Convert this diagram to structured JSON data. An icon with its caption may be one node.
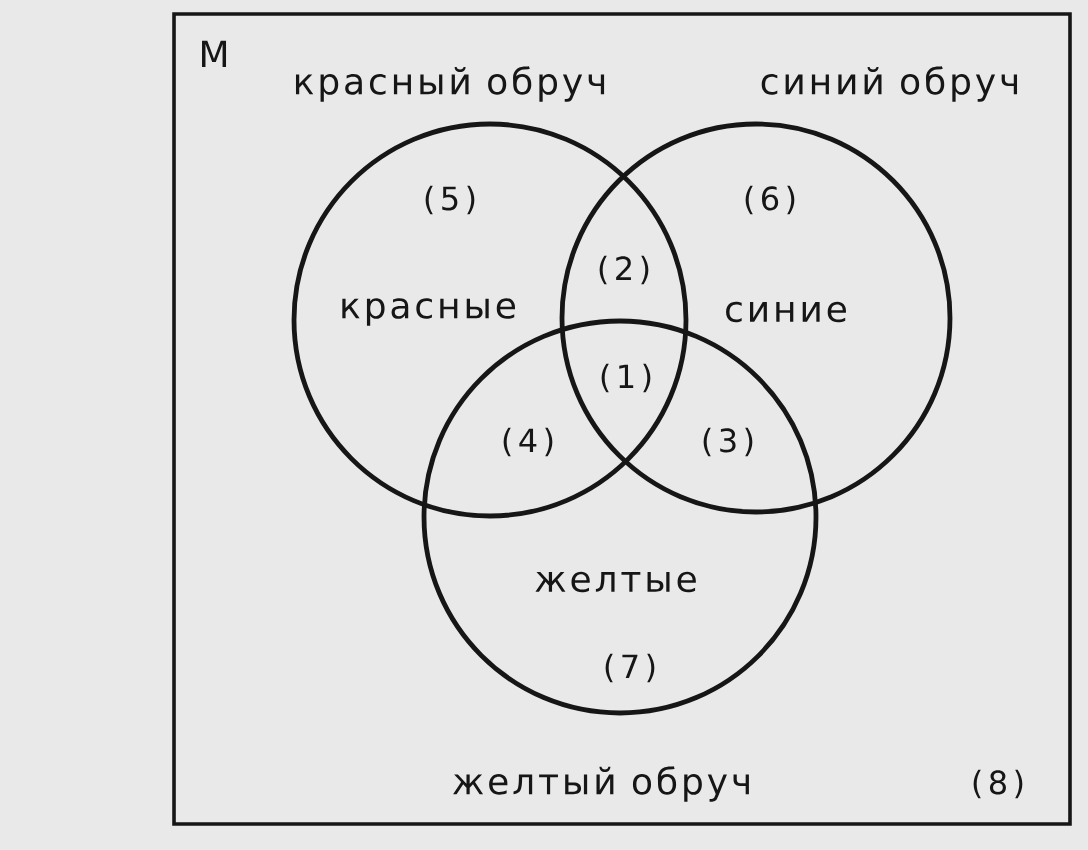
{
  "diagram": {
    "nodes": [
      {
        "text": [
          "M",
          "(8)"
        ]
      },
      {
        "text": [
          "красный обруч",
          "(5)",
          "красные"
        ],
        "in": 0
      },
      {
        "text": [
          "синий обруч",
          "(6)",
          "синие"
        ],
        "in": 0
      },
      {
        "text": [
          "желтые",
          "(7)",
          "желтый обруч"
        ],
        "in": 0
      }
    ],
    "labels": [
      "(2)",
      "(1)",
      "(4)",
      "(3)"
    ]
  }
}
